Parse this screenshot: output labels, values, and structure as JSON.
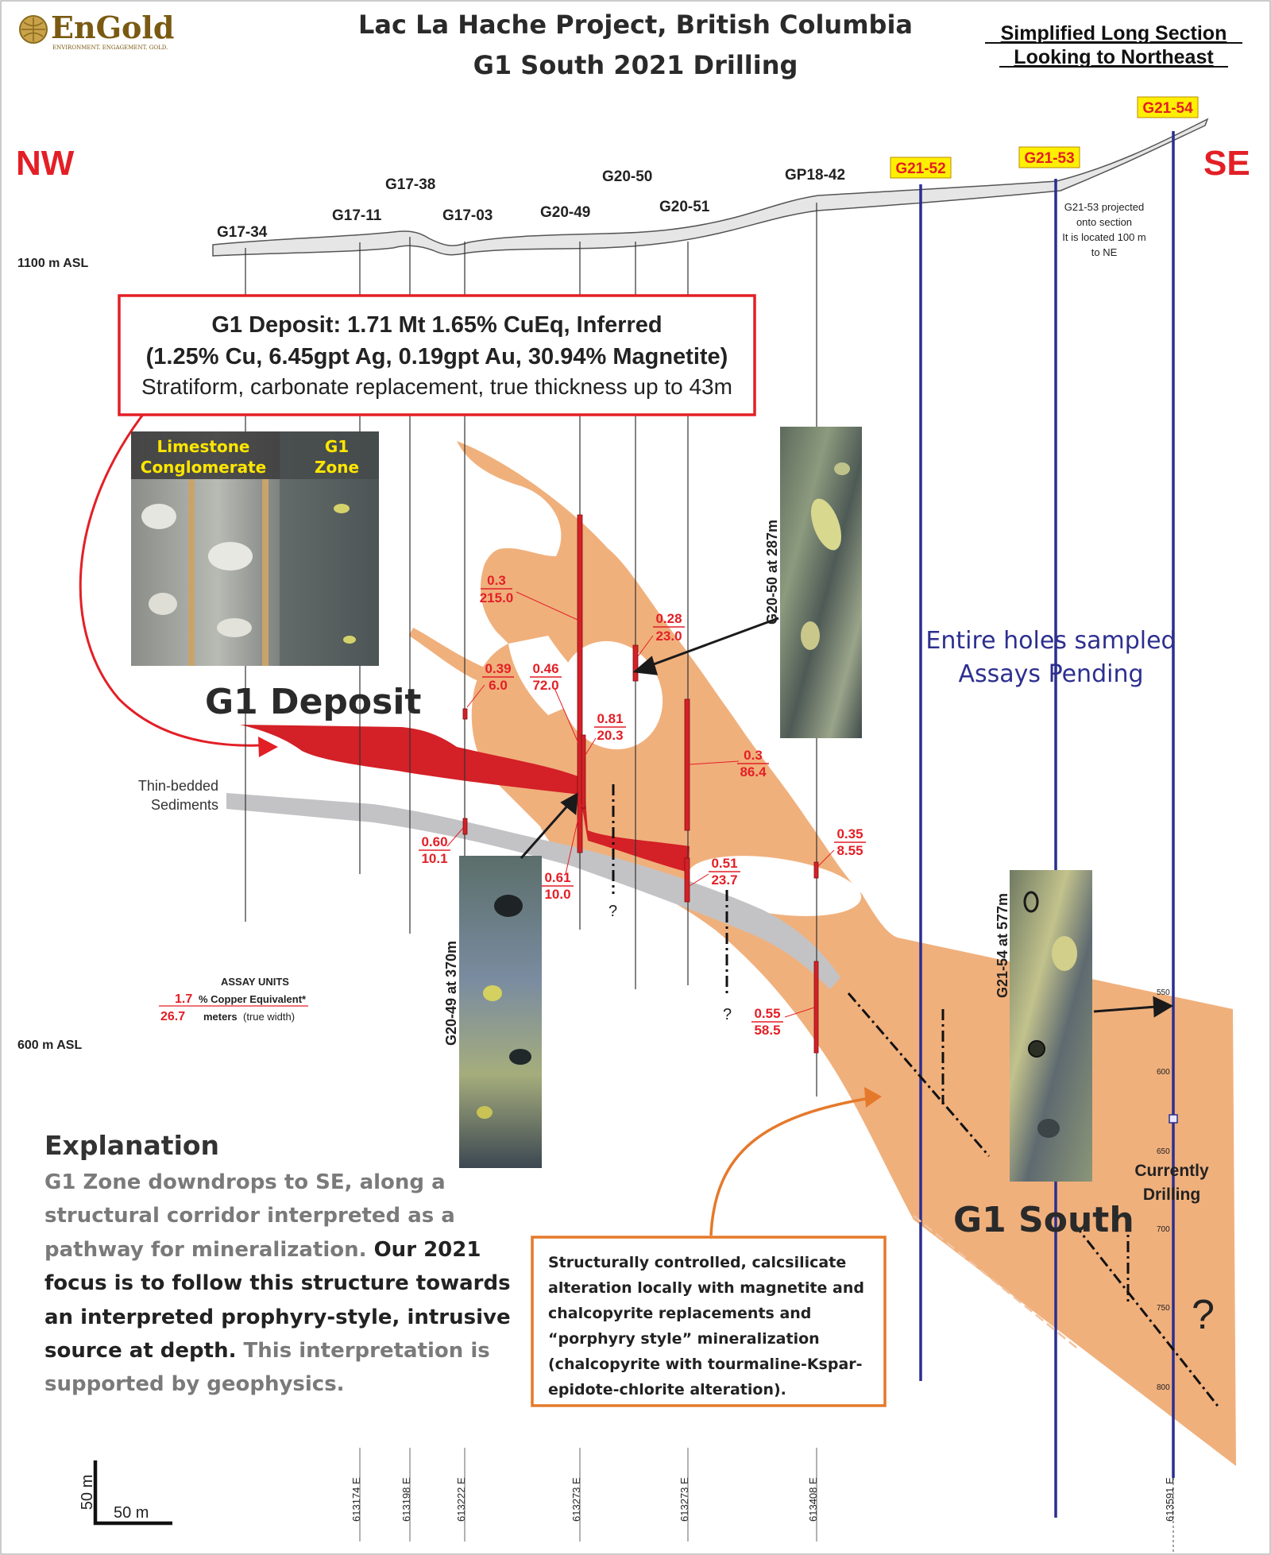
{
  "logo": {
    "name": "EnGold",
    "tagline": "ENVIRONMENT. ENGAGEMENT. GOLD."
  },
  "title": {
    "line1": "Lac La Hache Project, British Columbia",
    "line2": "G1 South 2021 Drilling"
  },
  "section_note": {
    "line1": "Simplified Long Section",
    "line2": "Looking to Northeast"
  },
  "directions": {
    "left": "NW",
    "right": "SE"
  },
  "elevations": {
    "upper": "1100 m ASL",
    "lower": "600 m ASL"
  },
  "holes": {
    "g17_34": "G17-34",
    "g17_11": "G17-11",
    "g17_38": "G17-38",
    "g17_03": "G17-03",
    "g20_49": "G20-49",
    "g20_50": "G20-50",
    "g20_51": "G20-51",
    "gp18_42": "GP18-42",
    "g21_52": "G21-52",
    "g21_53": "G21-53",
    "g21_54": "G21-54"
  },
  "g21_53_note": {
    "line1": "G21-53 projected",
    "line2": "onto section",
    "line3": "It is located 100 m",
    "line4": "to NE"
  },
  "deposit_box": {
    "line1": "G1 Deposit: 1.71 Mt 1.65% CuEq, Inferred",
    "line2": "(1.25% Cu, 6.45gpt Ag, 0.19gpt Au, 30.94% Magnetite)",
    "line3": "Stratiform, carbonate replacement, true thickness up to 43m"
  },
  "photo_labels": {
    "limestone_line1": "Limestone",
    "limestone_line2": "Conglomerate",
    "g1_line1": "G1",
    "g1_line2": "Zone",
    "core_g20_50": "G20-50  at  287m",
    "core_g20_49": "G20-49  at  370m",
    "core_g21_54": "G21-54  at  577m"
  },
  "assays": {
    "a1": {
      "cu": "0.3",
      "m": "215.0"
    },
    "a2": {
      "cu": "0.28",
      "m": "23.0"
    },
    "a3": {
      "cu": "0.39",
      "m": "6.0"
    },
    "a4": {
      "cu": "0.46",
      "m": "72.0"
    },
    "a5": {
      "cu": "0.81",
      "m": "20.3"
    },
    "a6": {
      "cu": "0.3",
      "m": "86.4"
    },
    "a7": {
      "cu": "0.60",
      "m": "10.1"
    },
    "a8": {
      "cu": "0.61",
      "m": "10.0"
    },
    "a9": {
      "cu": "0.51",
      "m": "23.7"
    },
    "a10": {
      "cu": "0.35",
      "m": "8.55"
    },
    "a11": {
      "cu": "0.55",
      "m": "58.5"
    }
  },
  "labels": {
    "g1_deposit": "G1 Deposit",
    "thin_bedded_1": "Thin-bedded",
    "thin_bedded_2": "Sediments",
    "entire_holes": "Entire holes sampled",
    "assays_pending": "Assays Pending",
    "g1_south": "G1 South",
    "currently_1": "Currently",
    "currently_2": "Drilling",
    "question": "?"
  },
  "assay_units": {
    "title": "ASSAY UNITS",
    "ex_cu": "1.7",
    "ex_m": "26.7",
    "cu_label": "% Copper Equivalent*",
    "m_label": "meters",
    "m_note": "(true width)"
  },
  "depth_ticks": [
    "550",
    "600",
    "650",
    "700",
    "750",
    "800"
  ],
  "explanation": {
    "heading": "Explanation",
    "l1": "G1 Zone downdrops to SE, along a",
    "l2": "structural corridor interpreted as a",
    "l3a": "pathway for mineralization. ",
    "l3b": "Our 2021",
    "l4": "focus is to follow this structure towards",
    "l5": "an interpreted prophyry-style, intrusive",
    "l6a": "source at depth. ",
    "l6b": "This interpretation is",
    "l7": "supported by geophysics."
  },
  "orange_box": {
    "l1": "Structurally controlled, calcsilicate",
    "l2": "alteration locally with  magnetite and",
    "l3": "chalcopyrite replacements and",
    "l4": "“porphyry style” mineralization",
    "l5": "(chalcopyrite with tourmaline-Kspar-",
    "l6": "epidote-chlorite alteration)."
  },
  "scale": {
    "vertical": "50 m",
    "horizontal": "50 m"
  },
  "eastings": {
    "e1": "613174 E",
    "e2": "613198 E",
    "e3": "613222 E",
    "e4": "613273 E",
    "e5": "613273 E",
    "e6": "613408 E",
    "e7": "613591 E"
  },
  "colors": {
    "deposit_red": "#d42027",
    "title_red": "#e31f26",
    "alteration_orange": "#f0b07c",
    "drill_navy": "#2b2f8f",
    "sediment_grey": "#c3c3c5",
    "callout_orange": "#e5792b"
  }
}
